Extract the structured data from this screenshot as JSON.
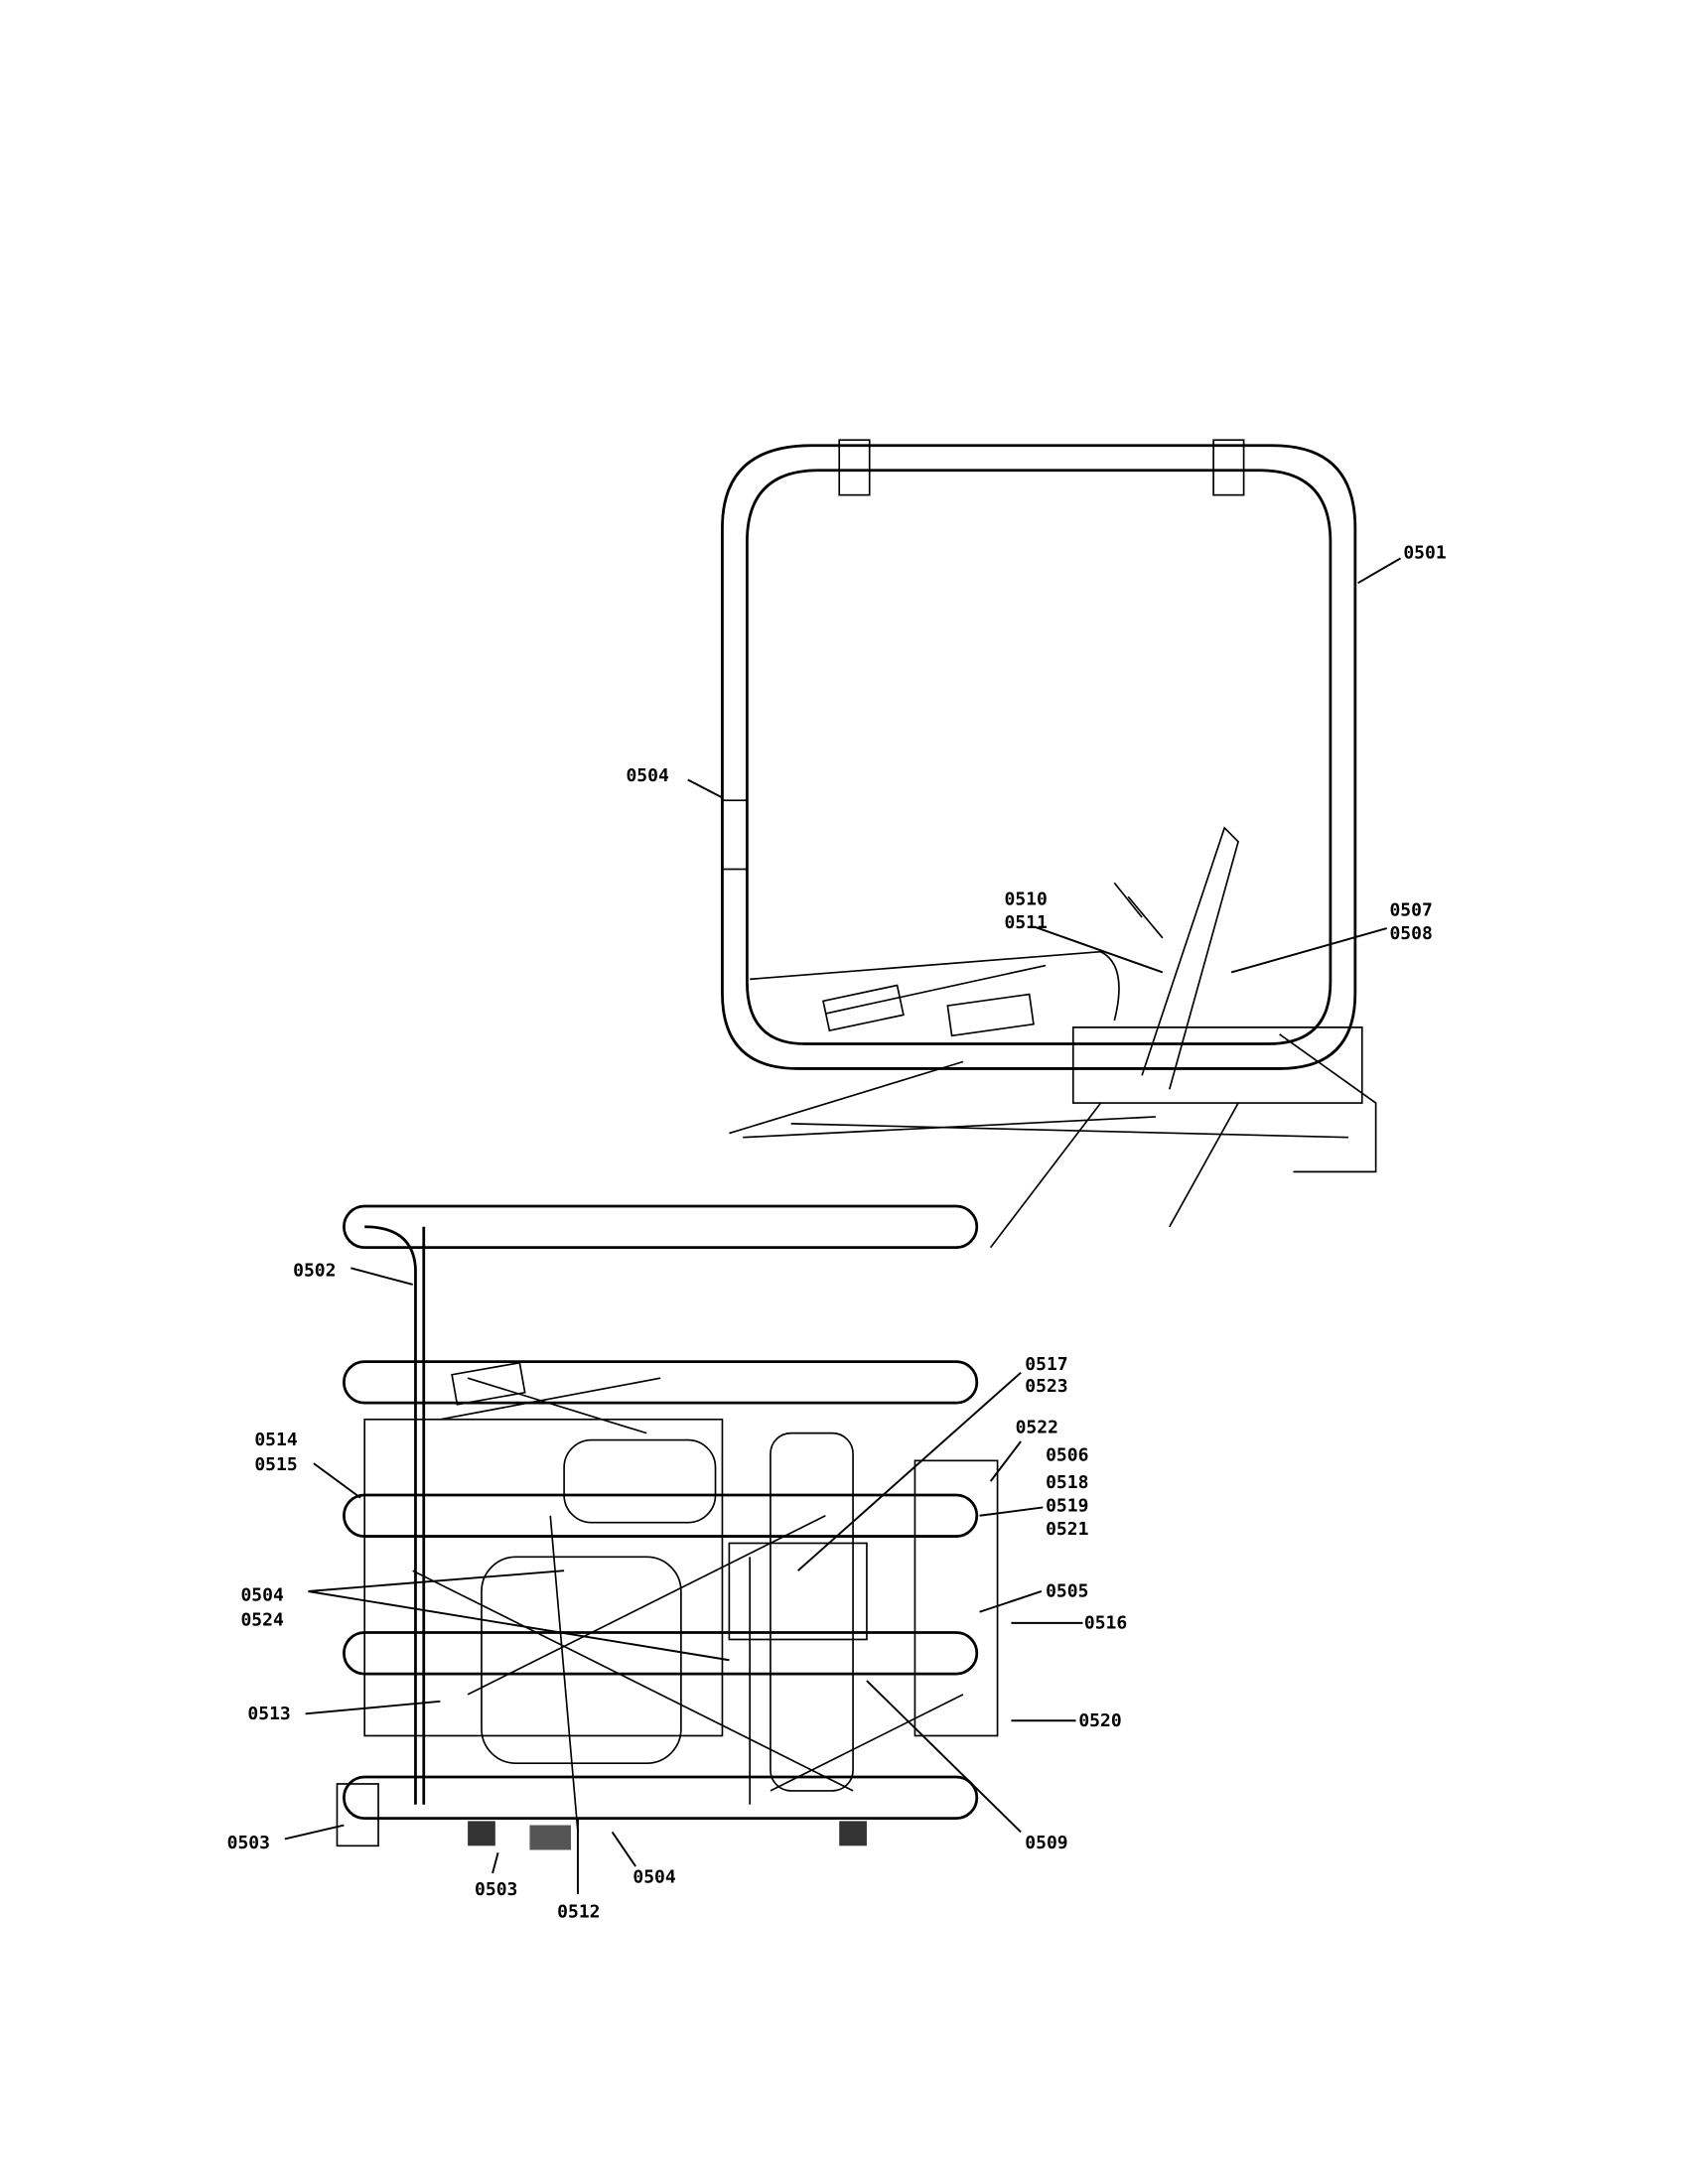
{
  "diagram": {
    "type": "exploded parts diagram - tubing assembly",
    "upper_assembly_labels": {
      "l0501": "0501",
      "l0504_top": "0504",
      "l0510": "0510",
      "l0511": "0511",
      "l0507": "0507",
      "l0508": "0508"
    },
    "lower_assembly_labels": {
      "l0502": "0502",
      "l0517": "0517",
      "l0523": "0523",
      "l0522": "0522",
      "l0506": "0506",
      "l0518": "0518",
      "l0519": "0519",
      "l0521": "0521",
      "l0514": "0514",
      "l0515": "0515",
      "l0504_mid": "0504",
      "l0524": "0524",
      "l0505": "0505",
      "l0516": "0516",
      "l0513": "0513",
      "l0520": "0520",
      "l0503_left": "0503",
      "l0503_bottom": "0503",
      "l0512": "0512",
      "l0504_bottom": "0504",
      "l0509": "0509"
    }
  }
}
